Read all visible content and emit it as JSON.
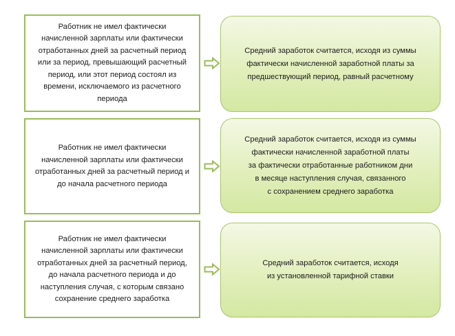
{
  "rows": [
    {
      "condition_lines": [
        "Работник не имел фактически",
        "начисленной зарплаты или фактически",
        "отработанных дней за расчетный период",
        "или за период, превышающий расчетный",
        "период, или этот период состоял из",
        "времени, исключаемого из расчетного",
        "периода"
      ],
      "result_lines": [
        "Средний заработок считается, исходя из суммы",
        "фактически начисленной заработной платы за",
        "предшествующий период, равный расчетному"
      ]
    },
    {
      "condition_lines": [
        "Работник не имел фактически",
        "начисленной зарплаты или фактически",
        "отработанных дней за расчетный период и",
        "до начала расчетного периода"
      ],
      "result_lines": [
        "Средний заработок считается, исходя из суммы",
        "фактически начисленной заработной платы",
        "за фактически отработанные работником дни",
        "в месяце наступления случая, связанного",
        "с сохранением среднего заработка"
      ]
    },
    {
      "condition_lines": [
        "Работник не имел фактически",
        "начисленной зарплаты или фактически",
        "отработанных дней за расчетный период,",
        "до начала расчетного периода и до",
        "наступления случая, с которым связано",
        "сохранение среднего заработка"
      ],
      "result_lines": [
        "Средний заработок считается, исходя",
        "из установленной тарифной ставки"
      ]
    }
  ],
  "colors": {
    "border_green": "#9bbb59",
    "arrow_stroke": "#9bbb59",
    "result_fill_top": "#f3f8e4",
    "result_fill_bottom": "#d4e8a2"
  },
  "icons": {
    "connector": "arrow-right-icon"
  }
}
